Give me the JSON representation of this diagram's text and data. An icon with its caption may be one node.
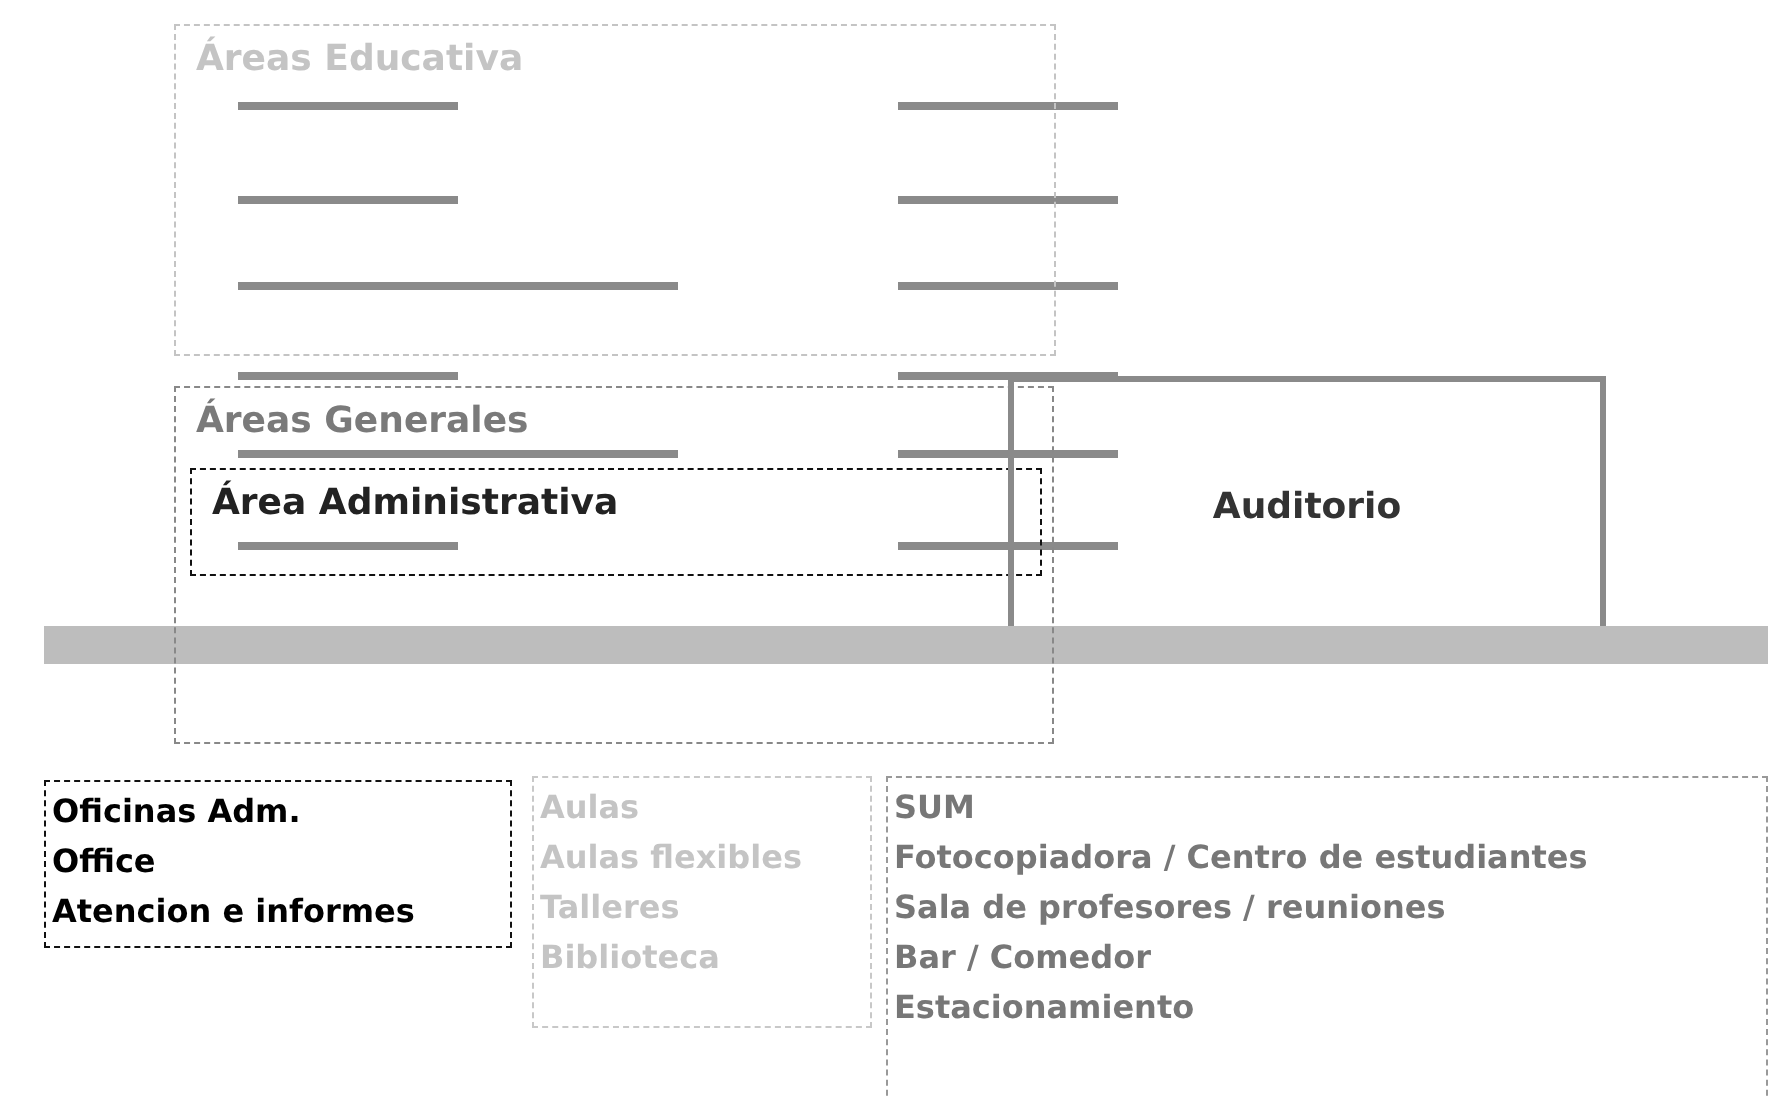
{
  "diagram": {
    "nodes": [
      {
        "text": [
          "Áreas Educativa"
        ]
      },
      {
        "text": [
          "Áreas Generales"
        ]
      },
      {
        "text": [
          "Área Administrativa"
        ],
        "in": 1
      },
      {
        "text": [
          "Auditorio"
        ]
      },
      {
        "text": [
          "Oficinas Adm.",
          "Office",
          "Atencion e informes"
        ]
      },
      {
        "text": [
          "Aulas",
          "Aulas flexibles",
          "Talleres",
          "Biblioteca"
        ]
      },
      {
        "text": [
          "SUM",
          "Fotocopiadora / Centro de estudiantes",
          "Sala de profesores / reuniones",
          "Bar / Comedor",
          "Estacionamiento"
        ]
      }
    ],
    "edges": []
  }
}
